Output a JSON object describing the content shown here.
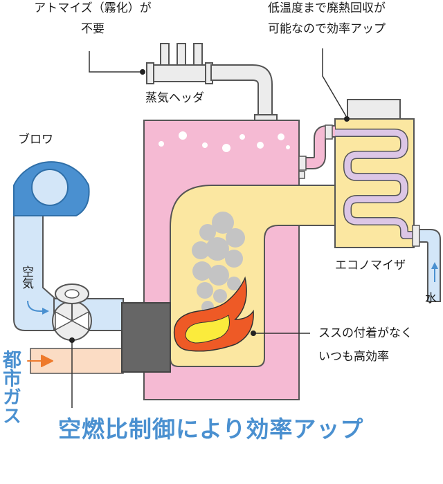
{
  "labels": {
    "atomize_line1": "アトマイズ（霧化）が",
    "atomize_line2": "不要",
    "heat_line1": "低温度まで廃熱回収が",
    "heat_line2": "可能なので効率アップ",
    "steam_header": "蒸気ヘッダ",
    "blower": "ブロワ",
    "air": "空気",
    "economizer": "エコノマイザ",
    "water": "水",
    "soot_line1": "ススの付着がなく",
    "soot_line2": "いつも高効率",
    "city_gas": "都市ガス"
  },
  "title": "空燃比制御により効率アップ",
  "colors": {
    "boiler_pink": "#f5bad3",
    "firebox_yellow": "#fbe7a1",
    "pipe_blue": "#d3e6f8",
    "blower_blue": "#4a90d0",
    "gas_pipe": "#fbdcc4",
    "flame_orange": "#ee5a26",
    "flame_yellow": "#fbeb3c",
    "smoke_gray": "#c4c4c4",
    "title_blue": "#4a90d0",
    "burner_gray": "#666666"
  }
}
